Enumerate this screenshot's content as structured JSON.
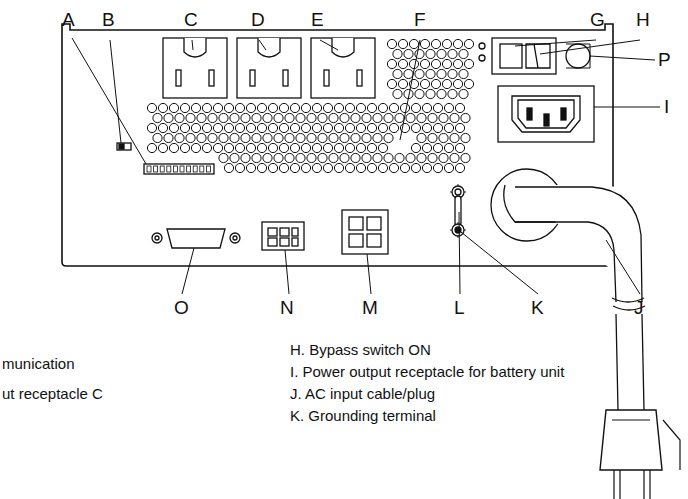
{
  "diagram": {
    "labels": [
      "A",
      "B",
      "C",
      "D",
      "E",
      "F",
      "G",
      "H",
      "P",
      "I",
      "J",
      "K",
      "L",
      "M",
      "N",
      "O",
      "munication",
      "ut receptacle C",
      "H. Bypass switch ON",
      "I. Power output receptacle for battery unit",
      "J. AC input cable/plug",
      "K. Grounding terminal"
    ]
  }
}
